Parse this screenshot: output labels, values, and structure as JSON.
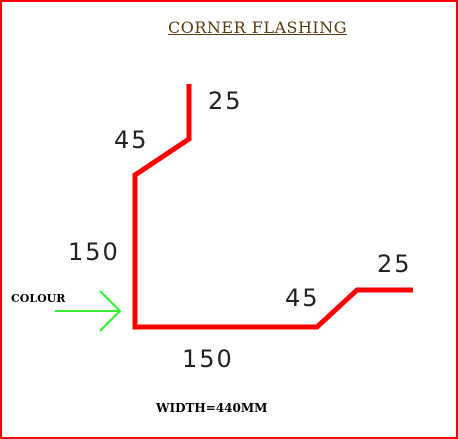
{
  "title": "CORNER  FLASHING",
  "dimensions": {
    "top_return": "25",
    "top_angle": "45",
    "vertical": "150",
    "horizontal": "150",
    "right_angle": "45",
    "right_return": "25"
  },
  "colour_label": "COLOUR",
  "width_note": "WIDTH=440MM",
  "colors": {
    "border": "#ff0000",
    "profile": "#ff0000",
    "arrow": "#33ee33",
    "title": "#5a3a10"
  }
}
